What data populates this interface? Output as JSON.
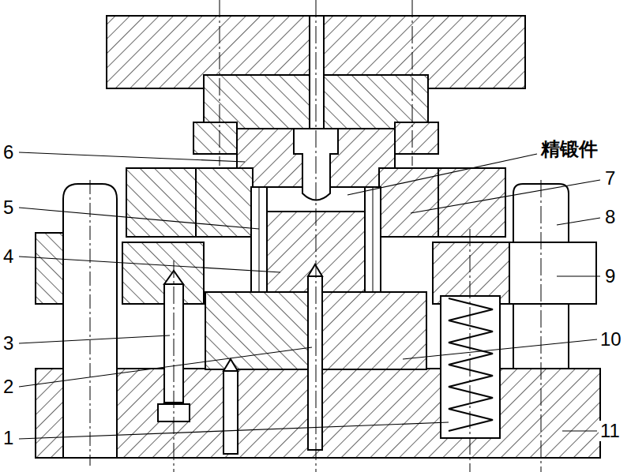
{
  "diagram": {
    "labels": [
      "6",
      "精锻件",
      "7",
      "5",
      "8",
      "4",
      "9",
      "3",
      "10",
      "2",
      "1",
      "11"
    ]
  }
}
